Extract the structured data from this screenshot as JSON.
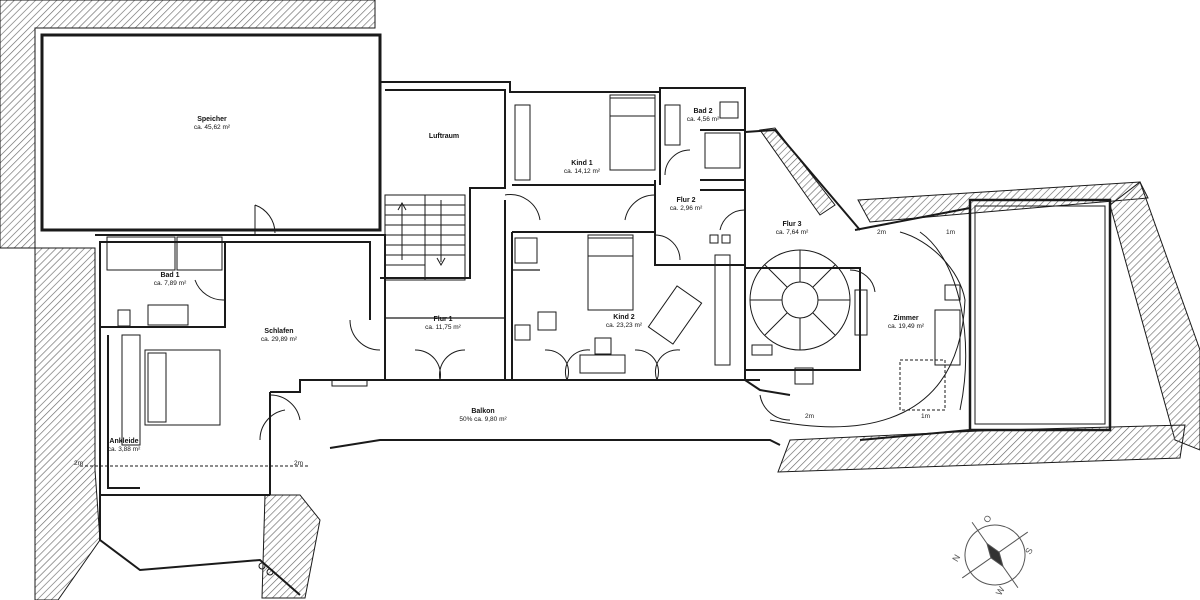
{
  "plan": {
    "rooms": [
      {
        "name": "Speicher",
        "area": "ca. 45,62 m²"
      },
      {
        "name": "Luftraum",
        "area": ""
      },
      {
        "name": "Kind 1",
        "area": "ca. 14,12 m²"
      },
      {
        "name": "Bad 2",
        "area": "ca. 4,56 m²"
      },
      {
        "name": "Flur 2",
        "area": "ca. 2,96 m²"
      },
      {
        "name": "Flur 3",
        "area": "ca. 7,64 m²"
      },
      {
        "name": "Bad 1",
        "area": "ca. 7,89 m²"
      },
      {
        "name": "Schlafen",
        "area": "ca. 29,89 m²"
      },
      {
        "name": "Flur 1",
        "area": "ca. 11,75 m²"
      },
      {
        "name": "Kind 2",
        "area": "ca. 23,23 m²"
      },
      {
        "name": "Zimmer",
        "area": "ca. 19,49 m²"
      },
      {
        "name": "Balkon",
        "area": "50% ca. 9,80 m²"
      },
      {
        "name": "Ankleide",
        "area": "ca. 3,88 m²"
      }
    ],
    "dimensions": [
      "2m",
      "2m",
      "2m",
      "1m",
      "2m",
      "1m"
    ],
    "compass": [
      "N",
      "O",
      "S",
      "W"
    ]
  },
  "colors": {
    "line": "#1a1a1a",
    "hatch": "#6a6a6a",
    "paper": "#ffffff"
  }
}
